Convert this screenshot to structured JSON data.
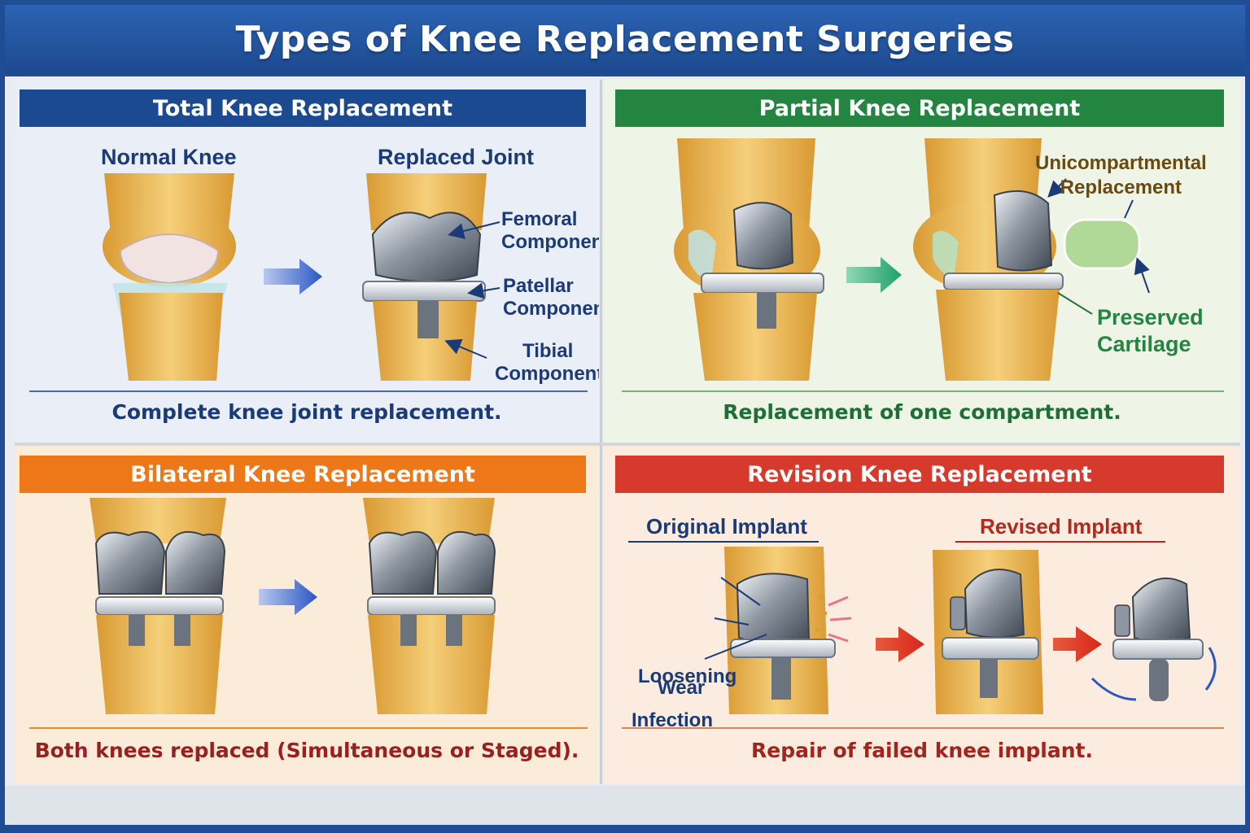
{
  "title": "Types of Knee Replacement Surgeries",
  "total": {
    "header": "Total Knee Replacement",
    "normal_label": "Normal Knee",
    "replaced_label": "Replaced Joint",
    "callouts": {
      "femoral": [
        "Femoral",
        "Component"
      ],
      "patellar": [
        "Patellar",
        "Component"
      ],
      "tibial": [
        "Tibial",
        "Component"
      ]
    },
    "caption": "Complete knee joint replacement."
  },
  "partial": {
    "header": "Partial Knee Replacement",
    "callouts": {
      "uni": [
        "Unicompartmental",
        "Replacement"
      ],
      "preserved": [
        "Preserved",
        "Cartilage"
      ]
    },
    "caption": "Replacement of one compartment."
  },
  "bilateral": {
    "header": "Bilateral Knee Replacement",
    "caption": "Both knees replaced (Simultaneous or Staged)."
  },
  "revision": {
    "header": "Revision Knee Replacement",
    "original_label": "Original Implant",
    "revised_label": "Revised Implant",
    "callouts": {
      "loosening": "Loosening",
      "infection": "Infection",
      "wear": "Wear"
    },
    "caption": "Repair of failed knee implant."
  },
  "colors": {
    "title_bar": "#1d4a8f",
    "total": "#1b4a90",
    "partial": "#23853f",
    "bilateral": "#ee7718",
    "revision": "#d63a2c",
    "bone": "#e9b64e",
    "metal": "#9aa3ae"
  }
}
